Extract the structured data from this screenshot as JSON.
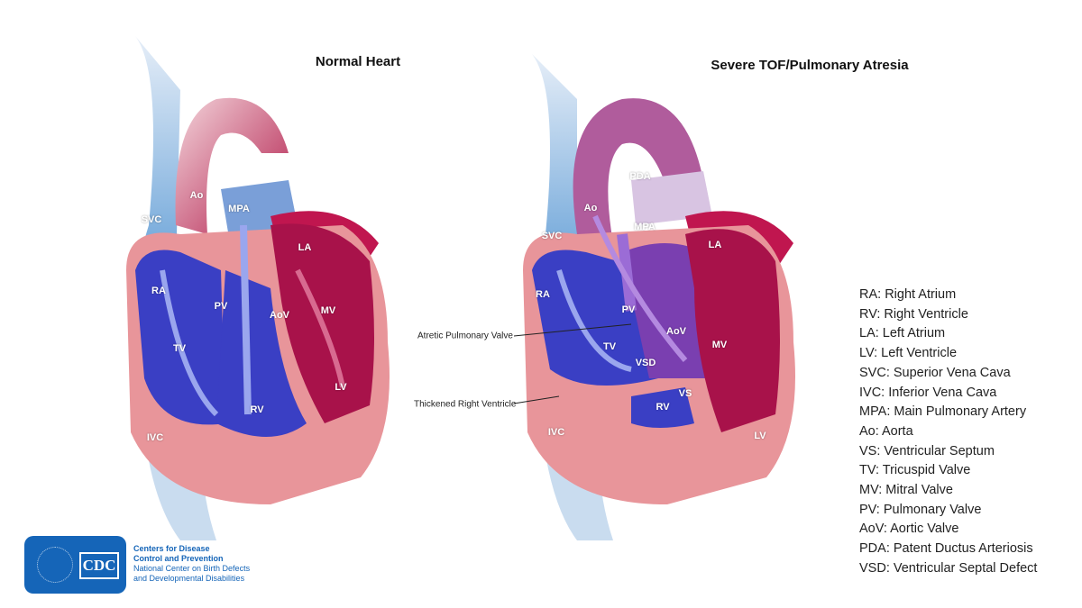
{
  "titles": {
    "normal": "Normal Heart",
    "tof": "Severe TOF/Pulmonary Atresia"
  },
  "normal_labels": {
    "ao": "Ao",
    "mpa": "MPA",
    "svc": "SVC",
    "la": "LA",
    "ra": "RA",
    "pv": "PV",
    "aov": "AoV",
    "mv": "MV",
    "tv": "TV",
    "lv": "LV",
    "rv": "RV",
    "ivc": "IVC"
  },
  "tof_labels": {
    "pda": "PDA",
    "ao": "Ao",
    "mpa": "MPA",
    "svc": "SVC",
    "la": "LA",
    "ra": "RA",
    "pv": "PV",
    "aov": "AoV",
    "tv": "TV",
    "vsd": "VSD",
    "mv": "MV",
    "vs": "VS",
    "rv": "RV",
    "ivc": "IVC",
    "lv": "LV"
  },
  "callouts": {
    "atretic": "Atretic Pulmonary Valve",
    "thickened": "Thickened Right Ventricle"
  },
  "legend": [
    "RA: Right Atrium",
    "RV: Right Ventricle",
    "LA: Left Atrium",
    "LV: Left Ventricle",
    "SVC: Superior Vena Cava",
    "IVC: Inferior Vena Cava",
    "MPA: Main Pulmonary Artery",
    "Ao: Aorta",
    "VS: Ventricular Septum",
    "TV: Tricuspid Valve",
    "MV: Mitral Valve",
    "PV: Pulmonary Valve",
    "AoV: Aortic Valve",
    "PDA: Patent Ductus Arteriosis",
    "VSD: Ventricular Septal Defect"
  ],
  "logo": {
    "mark": "CDC",
    "line1": "Centers for Disease",
    "line2": "Control and Prevention",
    "line3": "National Center on Birth Defects",
    "line4": "and Developmental Disabilities"
  },
  "colors": {
    "blue": "#3a3fc4",
    "red": "#a8124a",
    "pink": "#e8959a",
    "cdc": "#1565b8"
  }
}
